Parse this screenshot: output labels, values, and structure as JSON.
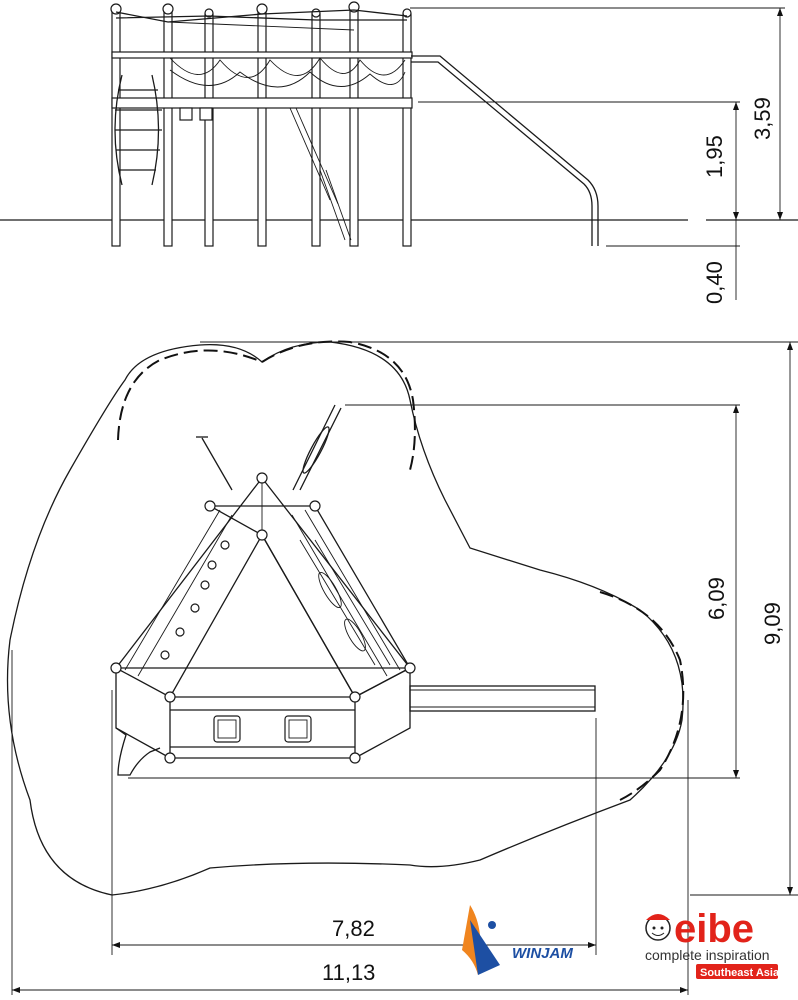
{
  "dimensions": {
    "overall_height": "3,59",
    "platform_height": "1,95",
    "footing_depth": "0,40",
    "plan_depth": "6,09",
    "safety_depth": "9,09",
    "plan_width": "7,82",
    "safety_width": "11,13"
  },
  "logos": {
    "winjam": "WINJAM",
    "eibe_brand": "eibe",
    "eibe_tagline": "complete inspiration",
    "eibe_region": "Southeast Asia"
  },
  "colors": {
    "line": "#1a1a1a",
    "eibe_red": "#e2231a",
    "winjam_blue": "#1d4fa3",
    "winjam_orange": "#f0851f"
  }
}
